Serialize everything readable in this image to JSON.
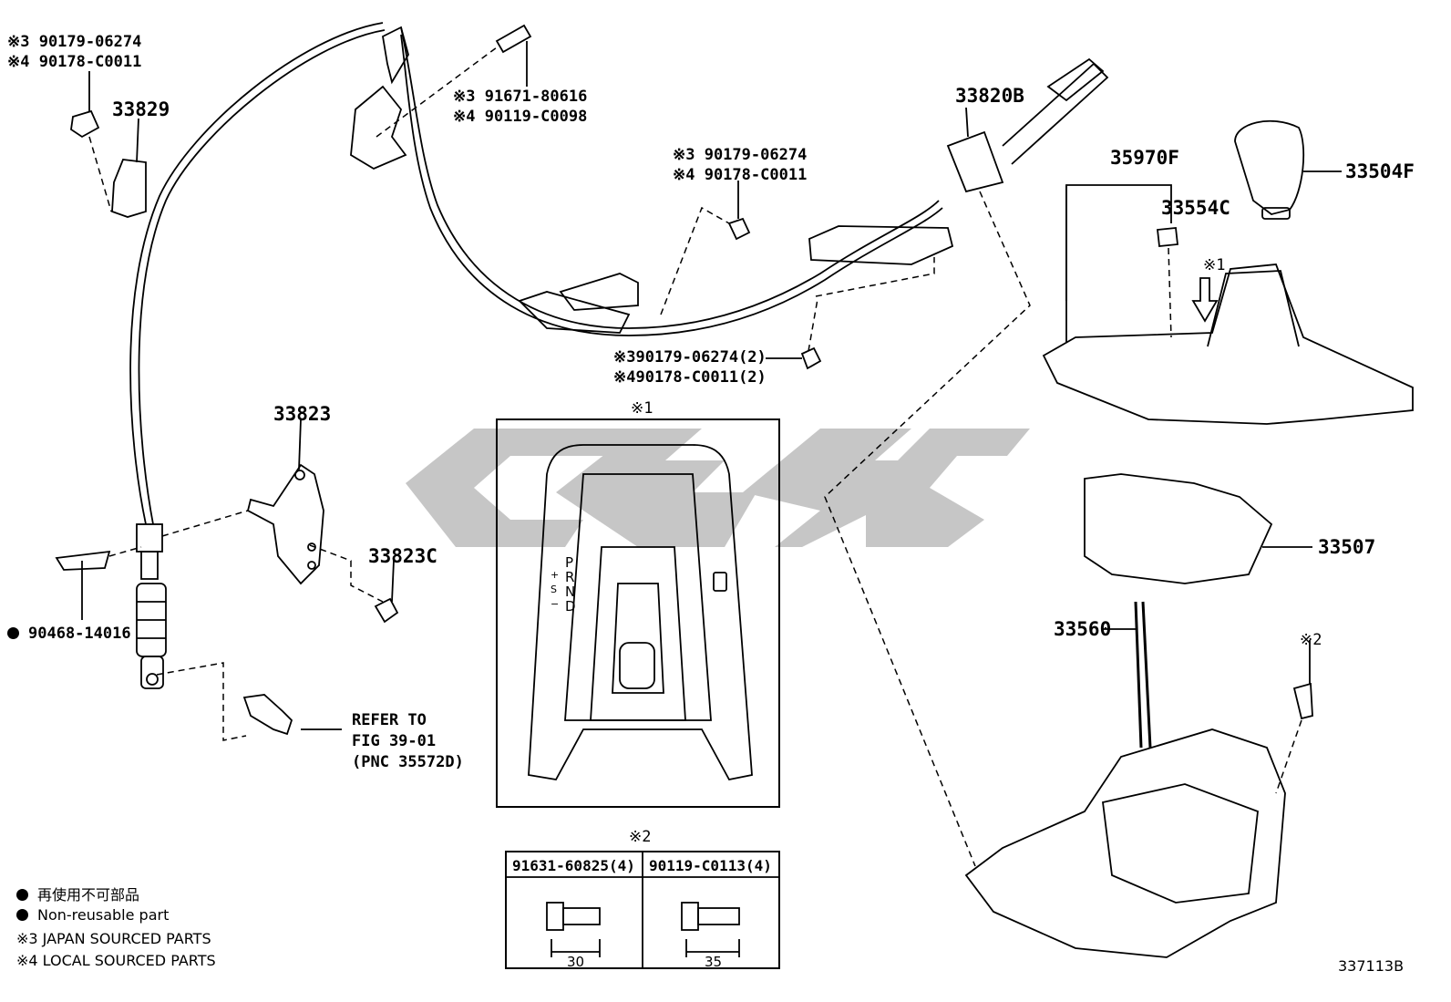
{
  "diagram_id": "337113B",
  "watermark": "cigc",
  "parts": {
    "p33829": "33829",
    "p33823": "33823",
    "p33823C": "33823C",
    "p33820B": "33820B",
    "p35970F": "35970F",
    "p33554C": "33554C",
    "p33504F": "33504F",
    "p33507": "33507",
    "p33560": "33560",
    "p90468": "90468-14016"
  },
  "notes": {
    "tl_3": "※3 90179-06274",
    "tl_4": "※4 90178-C0011",
    "bolt_3": "※3 91671-80616",
    "bolt_4": "※4 90119-C0098",
    "mid_3": "※3 90179-06274",
    "mid_4": "※4 90178-C0011",
    "low_3": "※390179-06274(2)",
    "low_4": "※490178-C0011(2)",
    "ref1": "REFER TO",
    "ref2": "FIG 39-01",
    "ref3": "(PNC 35572D)",
    "mark1": "※1",
    "mark1b": "※1",
    "mark2": "※2",
    "mark2b": "※2"
  },
  "shift_gate": {
    "P": "P",
    "R": "R",
    "N": "N",
    "D": "D",
    "S": "S",
    "plus": "+",
    "minus": "−"
  },
  "table": {
    "col1": "91631-60825(4)",
    "col2": "90119-C0113(4)",
    "dim1": "30",
    "dim2": "35"
  },
  "legend": {
    "jp": "再使用不可部品",
    "en": "Non-reusable part",
    "japan": "※3 JAPAN SOURCED PARTS",
    "local": "※4 LOCAL SOURCED PARTS"
  },
  "colors": {
    "line": "#000000",
    "watermark": "#c4c4c4"
  }
}
